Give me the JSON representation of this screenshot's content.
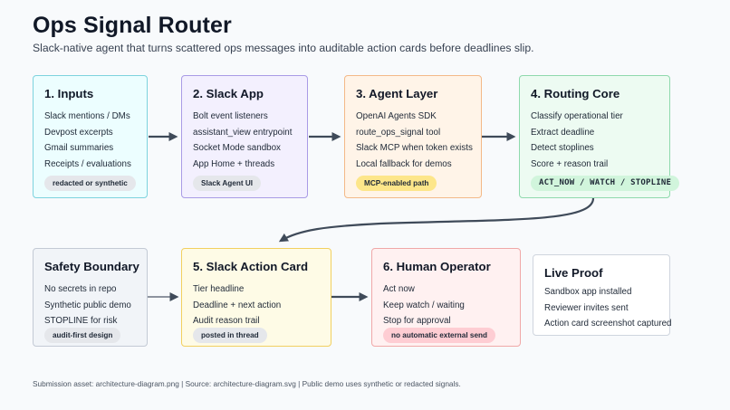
{
  "title": "Ops Signal Router",
  "subtitle": "Slack-native agent that turns scattered ops messages into auditable action cards before deadlines slip.",
  "colors": {
    "inputs": {
      "border": "#7dd3de",
      "bg": "#ecfeff",
      "badge": "#e5e7eb"
    },
    "slack_app": {
      "border": "#a99be6",
      "bg": "#f3f0fe",
      "badge": "#e5e7eb"
    },
    "agent_layer": {
      "border": "#f3b988",
      "bg": "#fff4e8",
      "badge": "#fde68a"
    },
    "routing_core": {
      "border": "#8fd9ad",
      "bg": "#edfbf2",
      "badge": "#d1f5dc"
    },
    "safety": {
      "border": "#c3cad5",
      "bg": "#f1f4f8",
      "badge": "#e5e7eb"
    },
    "action_card": {
      "border": "#f2d060",
      "bg": "#fefbe6",
      "badge": "#e5e7eb"
    },
    "human_operator": {
      "border": "#f0a8a8",
      "bg": "#fff1f1",
      "badge": "#fecdd3"
    },
    "live_proof": {
      "border": "#cfd5de",
      "bg": "#ffffff"
    },
    "arrow": "#3f4a59"
  },
  "cards": {
    "inputs": {
      "title": "1. Inputs",
      "lines": [
        "Slack mentions / DMs",
        "Devpost excerpts",
        "Gmail summaries",
        "Receipts / evaluations"
      ],
      "badge": "redacted or synthetic"
    },
    "slack_app": {
      "title": "2. Slack App",
      "lines": [
        "Bolt event listeners",
        "assistant_view entrypoint",
        "Socket Mode sandbox",
        "App Home + threads"
      ],
      "badge": "Slack Agent UI"
    },
    "agent_layer": {
      "title": "3. Agent Layer",
      "lines": [
        "OpenAI Agents SDK",
        "route_ops_signal tool",
        "Slack MCP when token exists",
        "Local fallback for demos"
      ],
      "badge": "MCP-enabled path"
    },
    "routing_core": {
      "title": "4. Routing Core",
      "lines": [
        "Classify operational tier",
        "Extract deadline",
        "Detect stoplines",
        "Score + reason trail"
      ],
      "badge": "ACT_NOW / WATCH / STOPLINE"
    },
    "safety": {
      "title": "Safety Boundary",
      "lines": [
        "No secrets in repo",
        "Synthetic public demo",
        "STOPLINE for risk"
      ],
      "badge": "audit-first design"
    },
    "action_card": {
      "title": "5. Slack Action Card",
      "lines": [
        "Tier headline",
        "Deadline + next action",
        "Audit reason trail"
      ],
      "badge": "posted in thread"
    },
    "human_operator": {
      "title": "6. Human Operator",
      "lines": [
        "Act now",
        "Keep watch / waiting",
        "Stop for approval"
      ],
      "badge": "no automatic external send"
    },
    "live_proof": {
      "title": "Live Proof",
      "lines": [
        "Sandbox app installed",
        "Reviewer invites sent",
        "Action card screenshot captured"
      ]
    }
  },
  "footer": "Submission asset: architecture-diagram.png | Source: architecture-diagram.svg | Public demo uses synthetic or redacted signals."
}
